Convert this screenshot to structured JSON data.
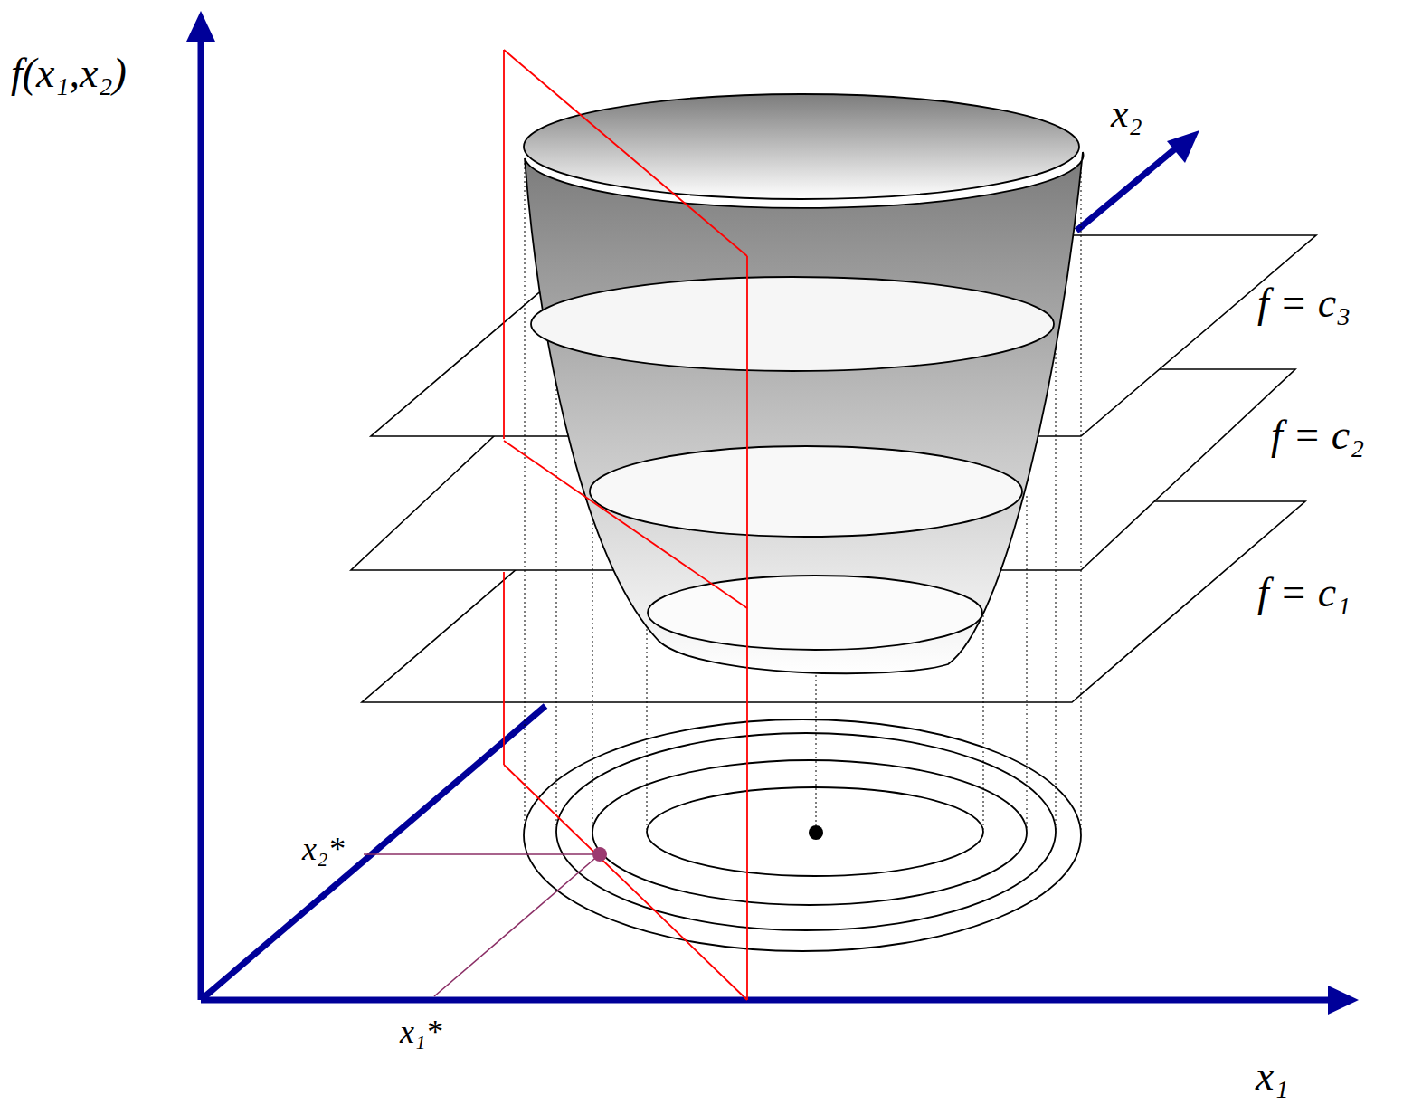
{
  "diagram": {
    "labels": [
      "f(x₁,x₂)",
      "x₂",
      "f = c₃",
      "f = c₂",
      "f = c₁",
      "x₂*",
      "x₁*",
      "x₁"
    ]
  }
}
